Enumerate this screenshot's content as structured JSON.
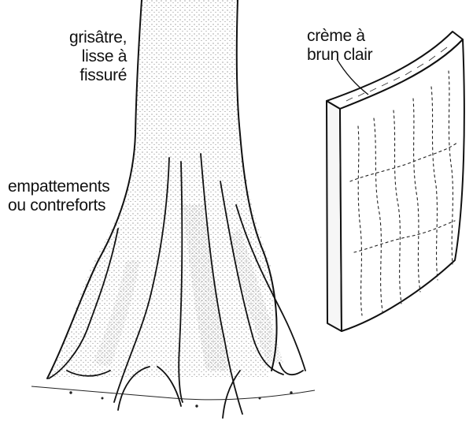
{
  "labels": {
    "bark_surface": [
      "grisâtre,",
      "lisse à",
      "fissuré"
    ],
    "buttress": [
      "empattements",
      "ou contreforts"
    ],
    "bark_color": [
      "crème à",
      "brun clair"
    ]
  },
  "colors": {
    "ink": "#111111",
    "paper": "#ffffff"
  }
}
